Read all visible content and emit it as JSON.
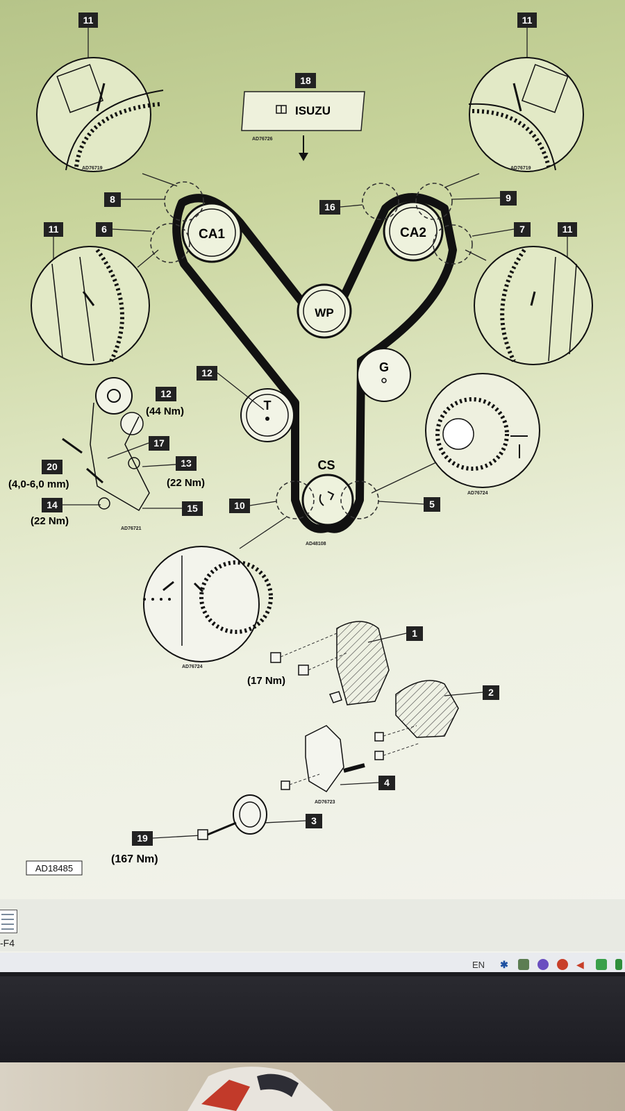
{
  "diagram": {
    "brand_label": "ISUZU",
    "pulleys": {
      "ca1": "CA1",
      "ca2": "CA2",
      "wp": "WP",
      "g": "G",
      "t": "T",
      "cs": "CS"
    },
    "callouts": {
      "n1": "1",
      "n2": "2",
      "n3": "3",
      "n4": "4",
      "n5": "5",
      "n6": "6",
      "n7": "7",
      "n8": "8",
      "n9": "9",
      "n10": "10",
      "n11": "11",
      "n12": "12",
      "n13": "13",
      "n14": "14",
      "n15": "15",
      "n16": "16",
      "n17": "17",
      "n18": "18",
      "n19": "19",
      "n20": "20"
    },
    "torques": {
      "t12": "(44 Nm)",
      "t13": "(22 Nm)",
      "t14": "(22 Nm)",
      "t_cover": "(17 Nm)",
      "t19": "(167 Nm)",
      "gap20": "(4,0-6,0 mm)"
    },
    "ref_codes": {
      "top_left": "AD76719",
      "top_right": "AD76719",
      "isuzu": "AD76726",
      "tensioner": "AD76721",
      "cs": "AD48108",
      "right_detail": "AD76724",
      "bottom_detail": "AD76724",
      "bracket": "AD76723",
      "frame": "AD18485"
    }
  },
  "window": {
    "file_label": "-F4"
  },
  "taskbar": {
    "language": "EN"
  },
  "icons": [
    "file-icon",
    "bluetooth-icon",
    "network-icon",
    "chat-icon",
    "app-icon",
    "volume-icon",
    "tray-app-icon",
    "tray-icon"
  ]
}
